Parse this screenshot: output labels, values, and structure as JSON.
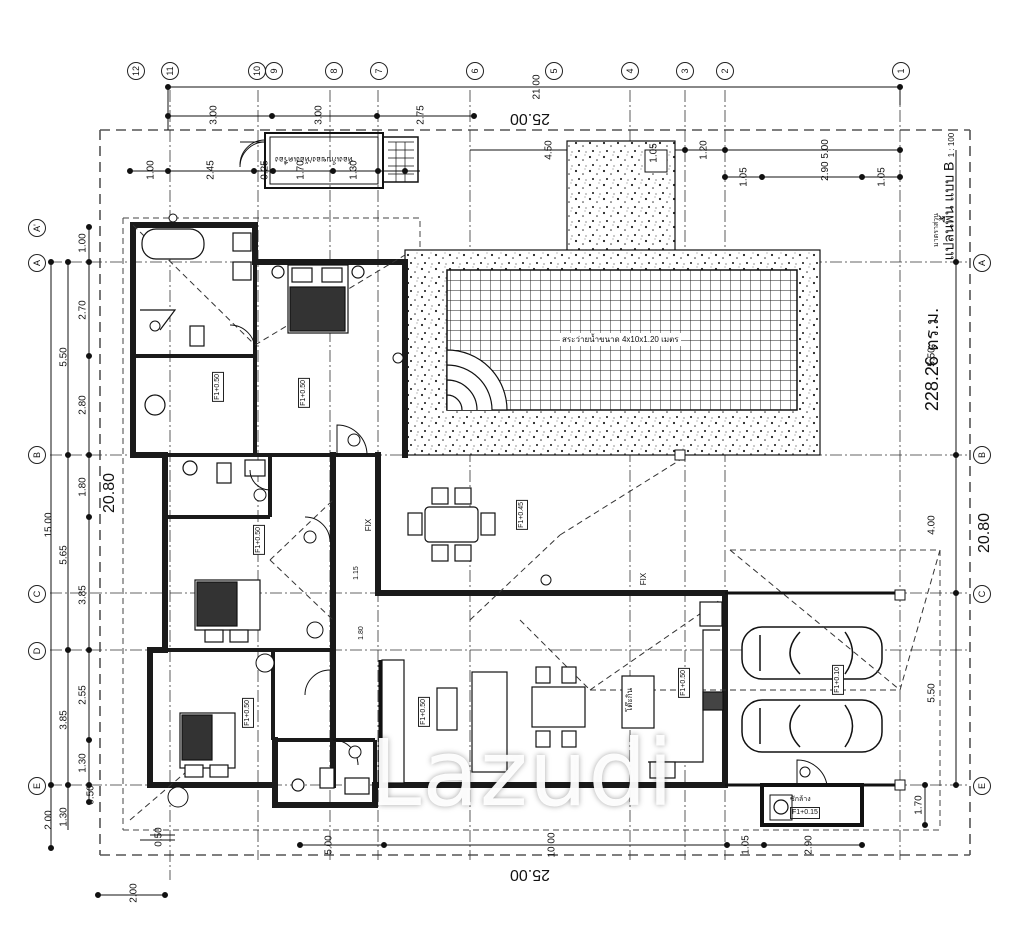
{
  "drawing": {
    "title": "แปลนพื้น แบบ B",
    "subtitle": "มาตราส่วน",
    "scale": "1 : 100",
    "total_area": "228.26 ตร.ม.",
    "watermark": "Lazudi"
  },
  "grid_columns": [
    "12",
    "11",
    "10",
    "9",
    "8",
    "7",
    "6",
    "5",
    "4",
    "3",
    "2",
    "1"
  ],
  "grid_rows": [
    "A'",
    "A",
    "B",
    "C",
    "D",
    "E"
  ],
  "dimensions": {
    "top_overall": "21.00",
    "top_site": "25.00",
    "bottom_site": "25.00",
    "top_segments": [
      "3.00",
      "3.00",
      "2.75"
    ],
    "top_right_segments": [
      "4.50",
      "1.20",
      "2.90 5.00",
      "1.05",
      "1.05"
    ],
    "pump_room_segments": [
      "1.00",
      "2.45",
      "0.25",
      "1.70",
      "1.30"
    ],
    "pump_box": "1.05",
    "left_outer": "15.00",
    "left_mid": [
      "5.50",
      "5.65",
      "3.85"
    ],
    "left_inner": [
      "1.00",
      "2.70",
      "2.80",
      "1.80",
      "3.85",
      "2.55",
      "1.30",
      "0.50"
    ],
    "left_bottom": [
      "2.00",
      "1.30"
    ],
    "left_site": "20.80",
    "right_site": "20.80",
    "right_segments": [
      "5.50",
      "4.00",
      "5.50"
    ],
    "garage_depth": "1.70",
    "bottom_segments": [
      "0.50",
      "5.00",
      "10.00",
      "1.05",
      "2.90"
    ],
    "bottom_extra": "2.00",
    "corridor_dims": [
      "1.15",
      "1.80"
    ]
  },
  "pool": {
    "label": "สระว่ายน้ำขนาด 4x10x1.20 เมตร"
  },
  "rooms": {
    "pump_room": "ห้องเก็บของ/ห้องเครื่อง",
    "master_bath_tag": "F1+0.50",
    "master_bed_tag": "F1+0.50",
    "dining_tag": "F1+0.45",
    "bed2_tag": "F1+0.50",
    "bed3_tag": "F1+0.50",
    "living_tag": "F1+0.50",
    "kitchen_tag": "F1+0.50",
    "kitchen_island": "โต๊ะกิน",
    "garage_tag": "F1+0.10",
    "laundry_name": "ซักล้าง",
    "laundry_tag": "F1+0.15",
    "fix_label": "FIX"
  },
  "colors": {
    "line": "#111111",
    "wall": "#1a1a1a",
    "dash": "#333333",
    "paper": "#ffffff"
  }
}
